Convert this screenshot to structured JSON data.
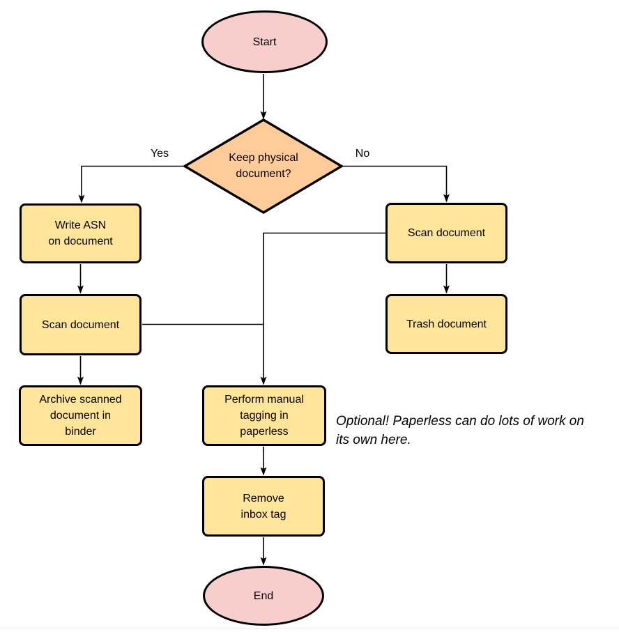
{
  "colors": {
    "terminal_fill": "#F8CECC",
    "decision_fill": "#FFCC99",
    "process_fill": "#FFE599",
    "stroke": "#000000",
    "background": "#FFFFFF"
  },
  "nodes": {
    "start": {
      "label": "Start",
      "type": "terminal"
    },
    "keep_physical": {
      "label": "Keep physical\ndocument?",
      "type": "decision"
    },
    "write_asn": {
      "label": "Write ASN\non document",
      "type": "process"
    },
    "scan_document_left": {
      "label": "Scan document",
      "type": "process"
    },
    "archive_scanned": {
      "label": "Archive scanned\ndocument in\nbinder",
      "type": "process"
    },
    "scan_document_right": {
      "label": "Scan document",
      "type": "process"
    },
    "trash_document": {
      "label": "Trash document",
      "type": "process"
    },
    "manual_tagging": {
      "label": "Perform manual\ntagging in\npaperless",
      "type": "process"
    },
    "remove_inbox_tag": {
      "label": "Remove\ninbox tag",
      "type": "process"
    },
    "end": {
      "label": "End",
      "type": "terminal"
    }
  },
  "edge_labels": {
    "yes": "Yes",
    "no": "No"
  },
  "annotation": {
    "text": "Optional! Paperless can do lots of work on\nits own here."
  }
}
